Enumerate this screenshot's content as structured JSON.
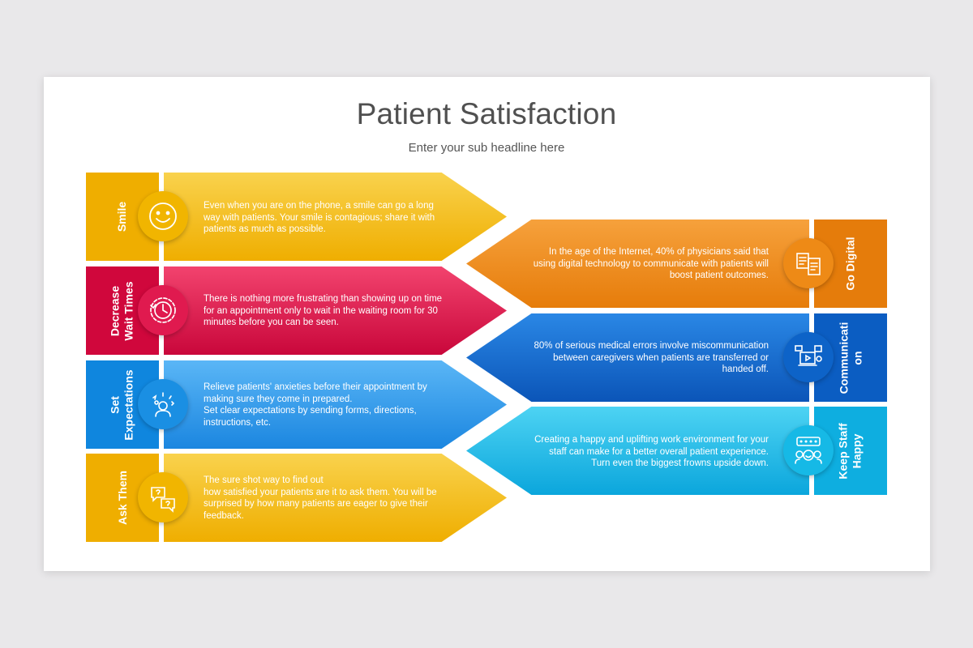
{
  "header": {
    "title": "Patient Satisfaction",
    "subtitle": "Enter your sub headline here"
  },
  "left_items": [
    {
      "label": "Smile",
      "icon": "smile-icon",
      "color": "#f1b500",
      "text": "Even when you are on the phone, a smile can go a long\nway with patients. Your smile is contagious; share it with\npatients as much as possible."
    },
    {
      "label": "Decrease\nWait Times",
      "icon": "clock-gear-icon",
      "color": "#e01a4f",
      "text": "There is nothing more frustrating than showing up on time\nfor an appointment only to wait in the waiting room for 30\nminutes before you can be seen."
    },
    {
      "label": "Set\nExpectations",
      "icon": "person-ideas-icon",
      "color": "#1a8fe3",
      "text": "Relieve patients' anxieties before their appointment by\nmaking sure they come in prepared.\nSet clear expectations by sending forms, directions,\ninstructions, etc."
    },
    {
      "label": "Ask Them",
      "icon": "question-bubbles-icon",
      "color": "#f1b500",
      "text": "The sure shot way to find out\nhow satisfied your patients are it to ask them. You will be\nsurprised by how many patients are eager to give their\nfeedback."
    }
  ],
  "right_items": [
    {
      "label": "Go Digital",
      "icon": "digital-documents-icon",
      "color": "#ee8a16",
      "text": "In the age of the Internet, 40% of physicians said that\nusing digital technology to communicate with patients will\nboost patient outcomes."
    },
    {
      "label": "Communicati\non",
      "icon": "media-communication-icon",
      "color": "#0d63c8",
      "text": "80% of serious medical errors involve miscommunication\nbetween caregivers when patients are transferred or\nhanded off."
    },
    {
      "label": "Keep Staff\nHappy",
      "icon": "staff-rating-icon",
      "color": "#16b9e6",
      "text": "Creating a happy and uplifting work environment for your\nstaff can make for a better overall patient experience.\nTurn even the biggest frowns upside down."
    }
  ]
}
